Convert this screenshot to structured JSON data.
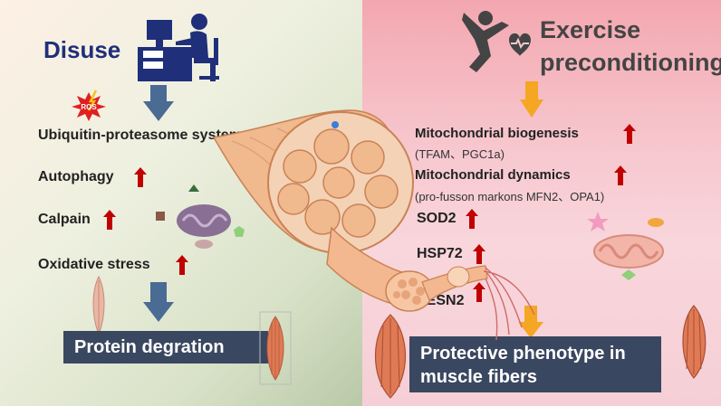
{
  "left": {
    "title": "Disuse",
    "factors": [
      "Ubiquitin-proteasome system",
      "Autophagy",
      "Calpain",
      "Oxidative stress"
    ],
    "ros_label": "ROS",
    "outcome": "Protein degration"
  },
  "right": {
    "title_line1": "Exercise",
    "title_line2": "preconditioning",
    "mito_biogenesis": "Mitochondrial biogenesis",
    "mito_biogenesis_sub": "(TFAM、PGC1a)",
    "mito_dynamics": "Mitochondrial dynamics",
    "mito_dynamics_sub": "(pro-fusson markons MFN2、OPA1)",
    "factors": [
      "SOD2",
      "HSP72",
      "SESN2"
    ],
    "outcome_line1": "Protective phenotype in",
    "outcome_line2": "muscle fibers"
  },
  "colors": {
    "disuse_title": "#1f2f7a",
    "up_arrow": "#c00000",
    "down_arrow_left": "#4a6b94",
    "down_arrow_right": "#f5a623",
    "outcome_box": "#3a4760"
  }
}
